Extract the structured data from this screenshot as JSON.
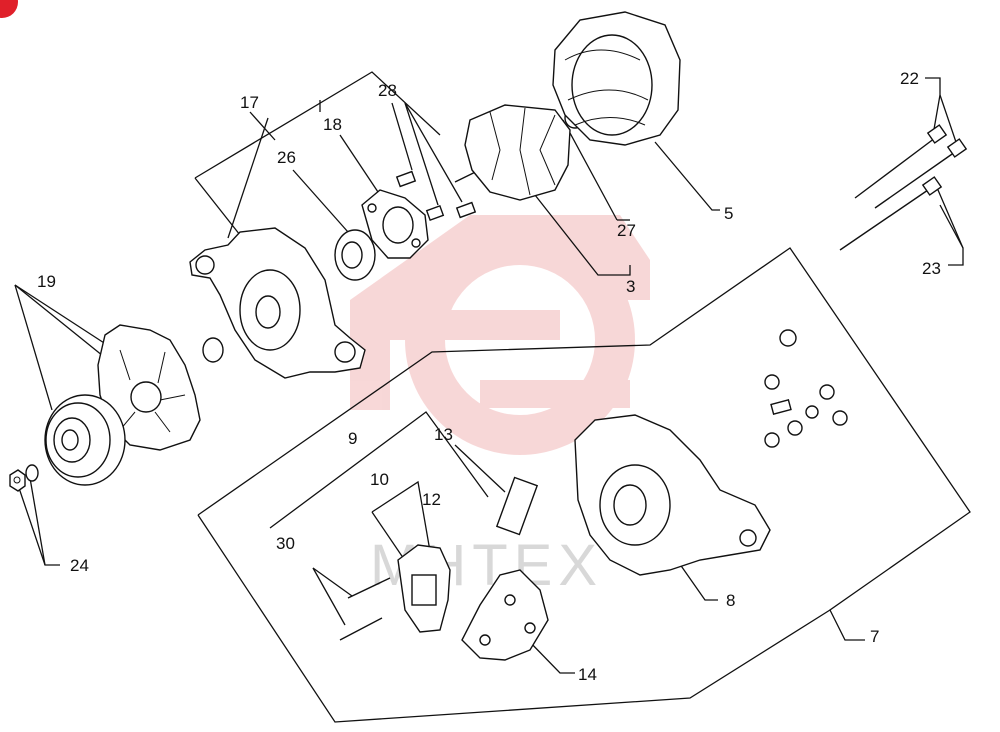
{
  "labels": {
    "p3": "3",
    "p5": "5",
    "p7": "7",
    "p8": "8",
    "p9": "9",
    "p10": "10",
    "p12": "12",
    "p13": "13",
    "p14": "14",
    "p17": "17",
    "p18": "18",
    "p19": "19",
    "p22": "22",
    "p23": "23",
    "p24": "24",
    "p26": "26",
    "p27": "27",
    "p28": "28",
    "p30": "30"
  },
  "watermark": {
    "text": "МНТЕХ",
    "color": "#f2b8b8"
  }
}
